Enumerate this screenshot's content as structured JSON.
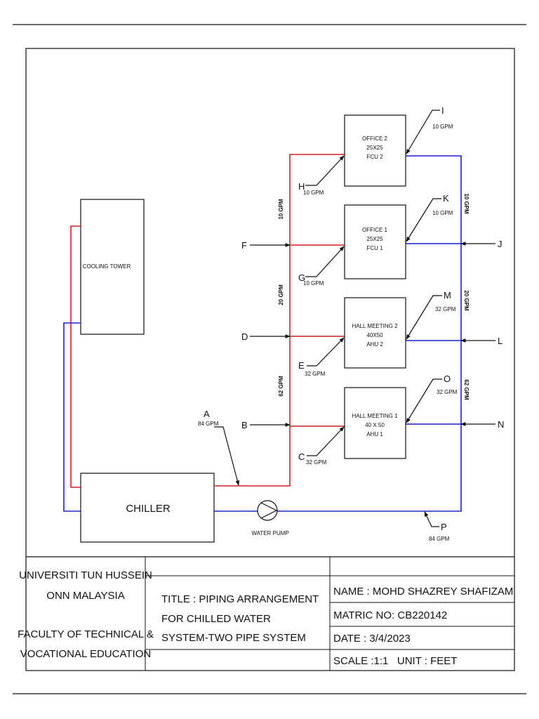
{
  "equipment": {
    "cooling_tower": "COOLING TOWER",
    "chiller": "CHILLER",
    "water_pump": "WATER PUMP",
    "units": [
      {
        "name": "OFFICE 2",
        "size": "25X25",
        "type": "FCU 2"
      },
      {
        "name": "OFFICE 1",
        "size": "25X25",
        "type": "FCU 1"
      },
      {
        "name": "HALL MEETING 2",
        "size": "40X50",
        "type": "AHU 2"
      },
      {
        "name": "HALL MEETING 1",
        "size": "40 X 50",
        "type": "AHU 1"
      }
    ]
  },
  "points": {
    "A": {
      "label": "A",
      "flow": "84 GPM"
    },
    "B": {
      "label": "B"
    },
    "C": {
      "label": "C",
      "flow": "32 GPM"
    },
    "D": {
      "label": "D"
    },
    "E": {
      "label": "E",
      "flow": "32 GPM"
    },
    "F": {
      "label": "F"
    },
    "G": {
      "label": "G",
      "flow": "10 GPM"
    },
    "H": {
      "label": "H",
      "flow": "10 GPM"
    },
    "I": {
      "label": "I",
      "flow": "10 GPM"
    },
    "J": {
      "label": "J"
    },
    "K": {
      "label": "K",
      "flow": "10 GPM"
    },
    "L": {
      "label": "L"
    },
    "M": {
      "label": "M",
      "flow": "32 GPM"
    },
    "N": {
      "label": "N"
    },
    "O": {
      "label": "O",
      "flow": "32 GPM"
    },
    "P": {
      "label": "P",
      "flow": "84 GPM"
    }
  },
  "pipe_flows": {
    "supply": [
      "10 GPM",
      "20 GPM",
      "62 GPM"
    ],
    "return": [
      "10 GPM",
      "20 GPM",
      "62 GPM"
    ]
  },
  "title_block": {
    "university": [
      "UNIVERSITI TUN HUSSEIN",
      "ONN MALAYSIA"
    ],
    "faculty": [
      "FACULTY OF TECHNICAL &",
      "VOCATIONAL EDUCATION"
    ],
    "title": [
      "TITLE : PIPING ARRANGEMENT",
      "FOR CHILLED WATER",
      "SYSTEM-TWO PIPE SYSTEM"
    ],
    "name": "NAME : MOHD SHAZREY SHAFIZAM",
    "matric": "MATRIC NO: CB220142",
    "date": "DATE : 3/4/2023",
    "scale": "SCALE :1:1   UNIT : FEET"
  },
  "colors": {
    "supply": "#d42020",
    "return": "#1a22d0"
  }
}
